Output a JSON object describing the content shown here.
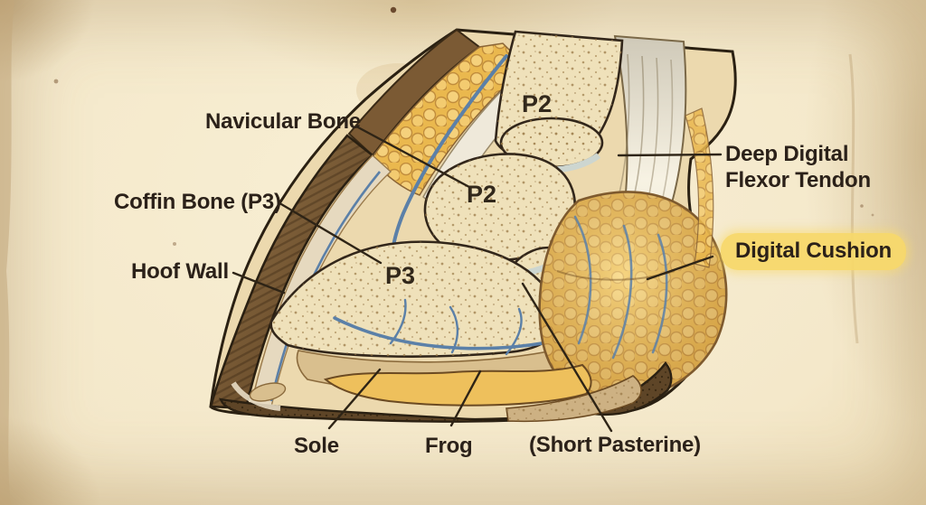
{
  "figure": {
    "kind": "anatomical cross-section diagram",
    "background_color": "#f3e7c9",
    "ink_color": "#2e2416",
    "highlight_color": "#f7d86c",
    "bone_color": "#efe1ba",
    "cushion_color": "#eec05c",
    "vessel_color": "#5b80a8"
  },
  "annotations": {
    "navicular_bone": "Navicular Bone",
    "coffin_bone": "Coffin Bone (P3)",
    "hoof_wall": "Hoof Wall",
    "ddft_line1": "Deep Digital",
    "ddft_line2": "Flexor Tendon",
    "digital_cushion": "Digital Cushion",
    "sole": "Sole",
    "frog": "Frog",
    "short_pastern": "(Short Pasterine)"
  },
  "bone_labels": {
    "p2_upper": "P2",
    "p2_lower": "P2",
    "p3": "P3"
  }
}
